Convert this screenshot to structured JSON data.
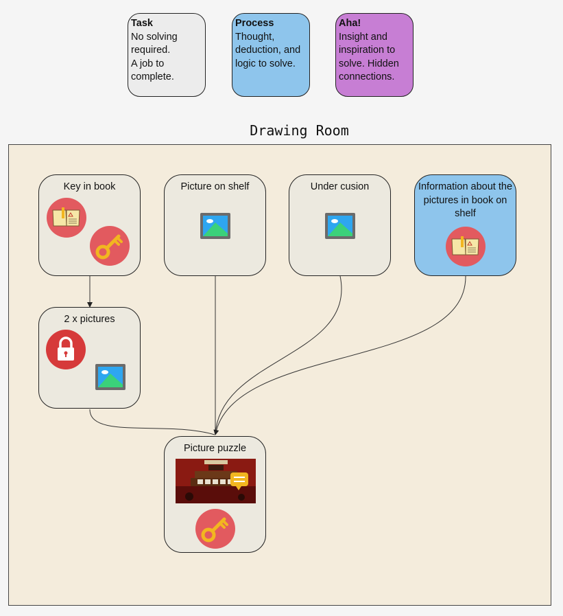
{
  "legend": {
    "task": {
      "title": "Task",
      "desc": "No solving\nrequired.\nA job to\ncomplete."
    },
    "process": {
      "title": "Process",
      "desc": "Thought,\ndeduction, and\nlogic to solve."
    },
    "aha": {
      "title": "Aha!",
      "desc": "Insight and\ninspiration to\nsolve. Hidden\nconnections."
    }
  },
  "colors": {
    "task": "#ececec",
    "process": "#8ec5ec",
    "aha": "#c77ed4",
    "room_bg": "#f4ecdc",
    "node_bg": "#ece9df",
    "icon_circle": "#e25a5f",
    "lock_circle": "#d63a3a",
    "key": "#f2b620"
  },
  "room": {
    "title": "Drawing Room"
  },
  "nodes": {
    "key_in_book": {
      "label": "Key in book",
      "icons": [
        "book-icon",
        "key-icon"
      ]
    },
    "picture_on_shelf": {
      "label": "Picture on shelf",
      "icons": [
        "picture-icon"
      ]
    },
    "under_cusion": {
      "label": "Under cusion",
      "icons": [
        "picture-icon"
      ]
    },
    "info_pictures": {
      "label": "Information about the pictures in book on shelf",
      "icons": [
        "book-icon"
      ]
    },
    "two_pictures": {
      "label": "2 x pictures",
      "icons": [
        "lock-icon",
        "picture-icon"
      ]
    },
    "picture_puzzle": {
      "label": "Picture puzzle",
      "icons": [
        "puzzle-screenshot",
        "key-icon"
      ]
    }
  },
  "edges": [
    {
      "from": "Key in book",
      "to": "2 x pictures"
    },
    {
      "from": "2 x pictures",
      "to": "Picture puzzle"
    },
    {
      "from": "Picture on shelf",
      "to": "Picture puzzle"
    },
    {
      "from": "Under cusion",
      "to": "Picture puzzle"
    },
    {
      "from": "Information about the pictures in book on shelf",
      "to": "Picture puzzle"
    }
  ]
}
